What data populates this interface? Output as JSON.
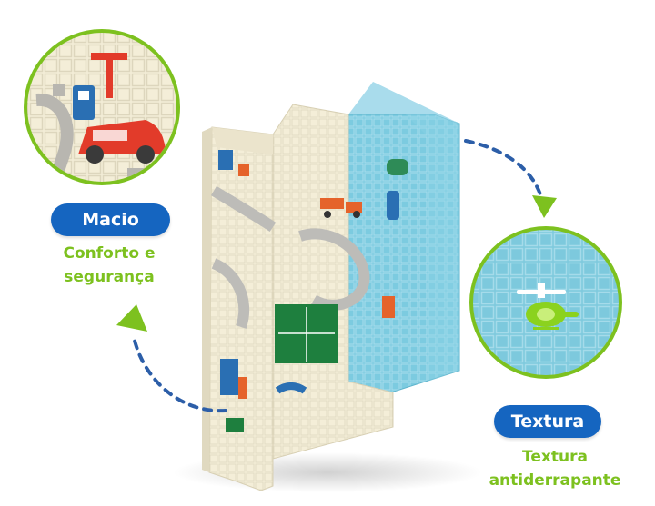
{
  "colors": {
    "pill_blue": "#1565c0",
    "accent_green": "#7dc11f",
    "mat_cream": "#f5efd9",
    "mat_blue": "#7ccbe0",
    "arrow_blue": "#2c5ea8"
  },
  "left_feature": {
    "label": "Macio",
    "caption_line1": "Conforto e",
    "caption_line2": "segurança"
  },
  "right_feature": {
    "label": "Textura",
    "caption_line1": "Textura",
    "caption_line2": "antiderrapante"
  }
}
